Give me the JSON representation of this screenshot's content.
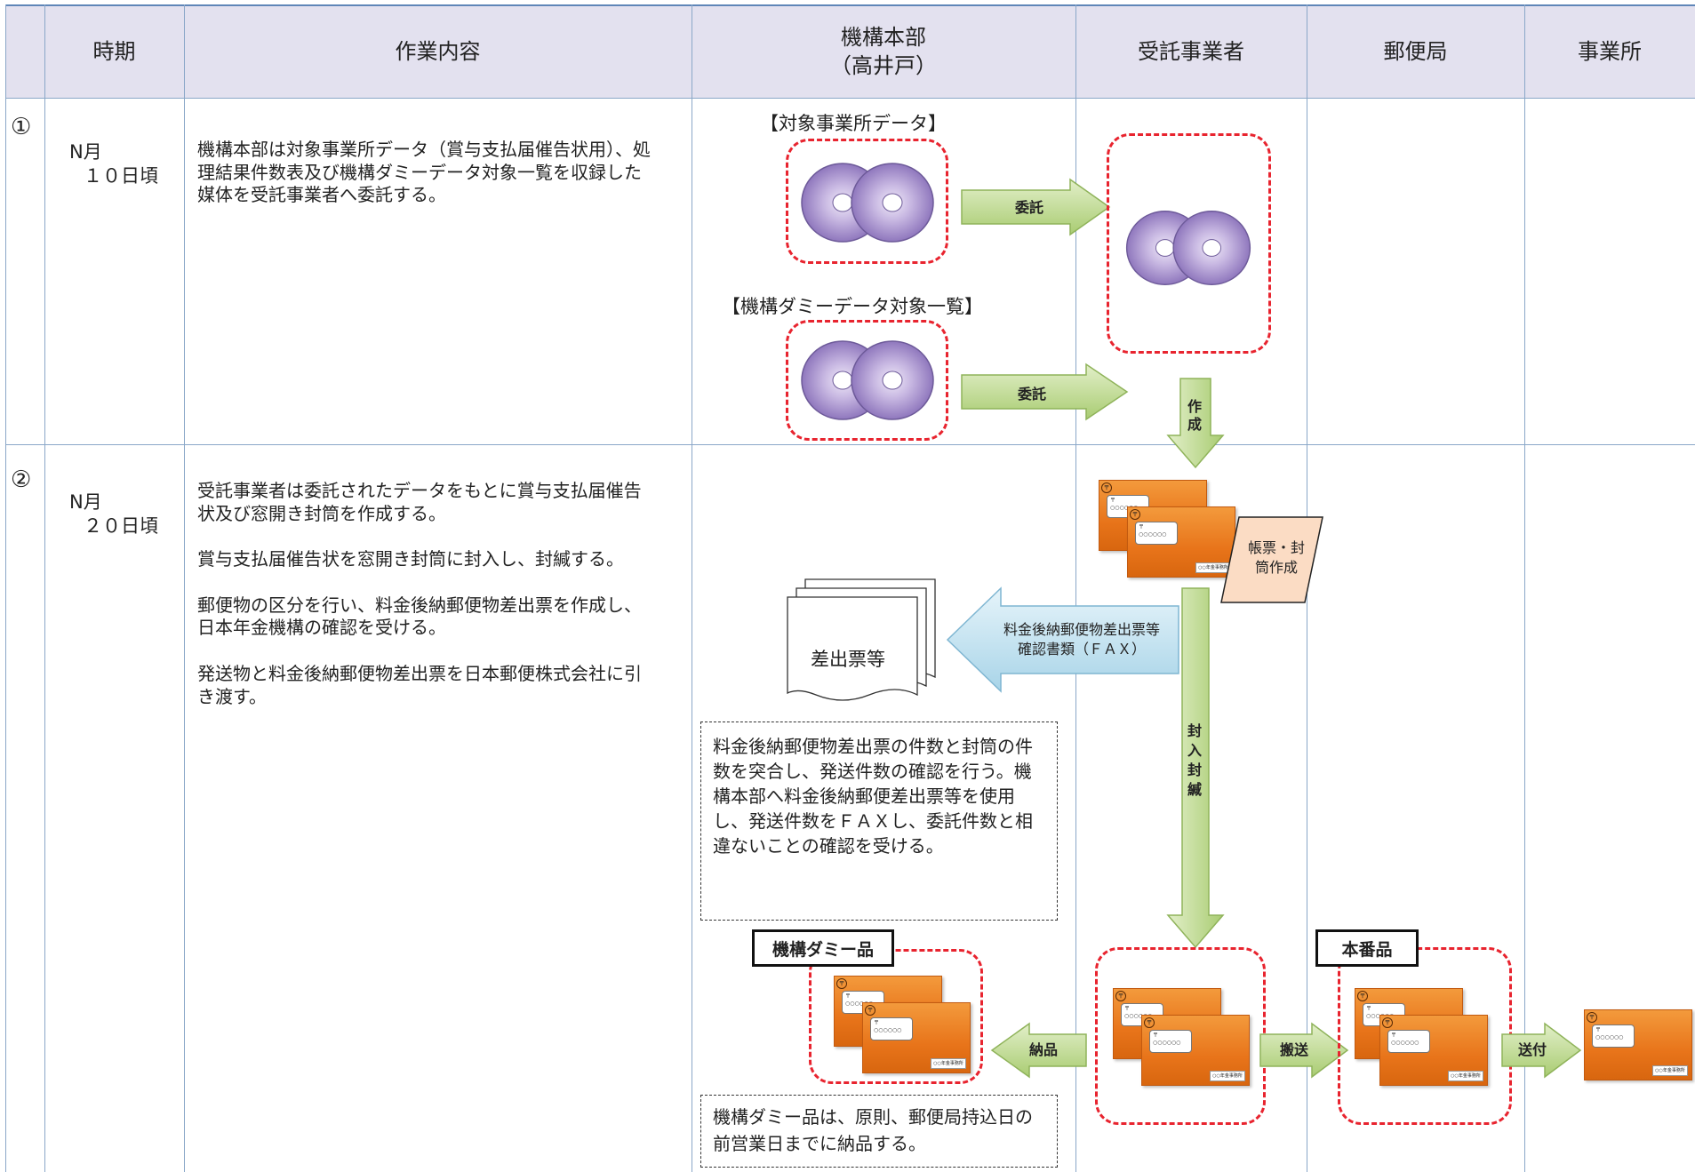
{
  "header": {
    "col_period": "時期",
    "col_work": "作業内容",
    "col_hq_line1": "機構本部",
    "col_hq_line2": "（高井戸）",
    "col_contractor": "受託事業者",
    "col_post": "郵便局",
    "col_office": "事業所"
  },
  "rows": [
    {
      "num": "①",
      "period_line1": "N月",
      "period_line2": "１０日頃",
      "work": "機構本部は対象事業所データ（賞与支払届催告状用）、処理結果件数表及び機構ダミーデータ対象一覧を収録した媒体を受託事業者へ委託する。"
    },
    {
      "num": "②",
      "period_line1": "N月",
      "period_line2": "２０日頃",
      "work_p1": "受託事業者は委託されたデータをもとに賞与支払届催告状及び窓開き封筒を作成する。",
      "work_p2": "賞与支払届催告状を窓開き封筒に封入し、封緘する。",
      "work_p3": "郵便物の区分を行い、料金後納郵便物差出票を作成し、日本年金機構の確認を受ける。",
      "work_p4": "発送物と料金後納郵便物差出票を日本郵便株式会社に引き渡す。"
    }
  ],
  "diagram": {
    "label_target_data": "【対象事業所データ】",
    "label_dummy_list": "【機構ダミーデータ対象一覧】",
    "arrow_entrust_1": "委託",
    "arrow_entrust_2": "委託",
    "arrow_create": "作成",
    "doc_create": "帳票・封筒作成",
    "fax_arrow_line1": "料金後納郵便物差出票等",
    "fax_arrow_line2": "確認書類（ＦＡＸ）",
    "docs_label": "差出票等",
    "arrow_seal": "封入封緘",
    "note_check": "料金後納郵便物差出票の件数と封筒の件数を突合し、発送件数の確認を行う。機構本部へ料金後納郵便差出票等を使用し、発送件数をＦＡＸし、委託件数と相違ないことの確認を受ける。",
    "label_dummy_goods": "機構ダミー品",
    "label_real_goods": "本番品",
    "arrow_deliver": "納品",
    "arrow_carry": "搬送",
    "arrow_send": "送付",
    "note_dummy": "機構ダミー品は、原則、郵便局持込日の前営業日までに納品する。",
    "env_postal": "〒",
    "env_code": "○○○○○○",
    "env_stamp": "○○年金事務所"
  },
  "colors": {
    "header_bg": "#e3e1ef",
    "grid": "#8aa7c8",
    "red_dash": "#e8242f",
    "envelope": "#e8741a",
    "green_arrow": "#bcd88e",
    "blue_arrow": "#c4e4f2",
    "doc_parallelogram": "#fbdcc4",
    "cd": "#b9a6d8"
  }
}
